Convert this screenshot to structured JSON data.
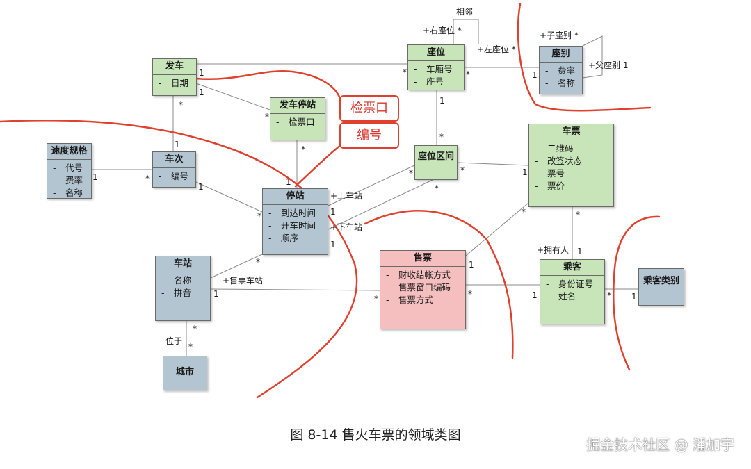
{
  "classes": {
    "fache": {
      "name": "发车",
      "attrs": [
        "日期"
      ]
    },
    "fachetingzhan": {
      "name": "发车停站",
      "attrs": [
        "检票口"
      ]
    },
    "zuowei": {
      "name": "座位",
      "attrs": [
        "车厢号",
        "座号"
      ]
    },
    "zuobie": {
      "name": "座别",
      "attrs": [
        "费率",
        "名称"
      ]
    },
    "suduguige": {
      "name": "速度规格",
      "attrs": [
        "代号",
        "费率",
        "名称"
      ]
    },
    "checi": {
      "name": "车次",
      "attrs": [
        "编号"
      ]
    },
    "zuoweiqujian": {
      "name": "座位区间",
      "attrs": []
    },
    "chepiao": {
      "name": "车票",
      "attrs": [
        "二维码",
        "改签状态",
        "票号",
        "票价"
      ]
    },
    "tingzhan": {
      "name": "停站",
      "attrs": [
        "到达时间",
        "开车时间",
        "顺序"
      ]
    },
    "chezhan": {
      "name": "车站",
      "attrs": [
        "名称",
        "拼音"
      ]
    },
    "shoupiao": {
      "name": "售票",
      "attrs": [
        "财收结帐方式",
        "售票窗口编码",
        "售票方式"
      ]
    },
    "chengke": {
      "name": "乘客",
      "attrs": [
        "身份证号",
        "姓名"
      ]
    },
    "chengkeleibie": {
      "name": "乘客类别",
      "attrs": []
    },
    "chengshi": {
      "name": "城市",
      "attrs": []
    }
  },
  "labels": {
    "xianglin": "相邻",
    "youzuowei": "+右座位 *",
    "zuozuowei": "+左座位 *",
    "zizuobie": "+子座别 *",
    "fuzuobie": "+父座别 1",
    "shangchezhan": "+上车站",
    "xiachezhan": "+下车站",
    "shoupiaochezhan": "+售票车站",
    "yongyouren": "+拥有人",
    "weiyu": "位于"
  },
  "multiplicities": {
    "one": "1",
    "many": "*"
  },
  "annotation": {
    "line1": "检票口",
    "line2": "编号"
  },
  "caption": "图 8-14  售火车票的领域类图",
  "watermark": "掘金技术社区 @ 潘加宇",
  "colors": {
    "green_class": "#c7e5b9",
    "blue_class": "#b4c5d2",
    "pink_class": "#f5bfbf",
    "red_annotation": "#d9342b"
  }
}
